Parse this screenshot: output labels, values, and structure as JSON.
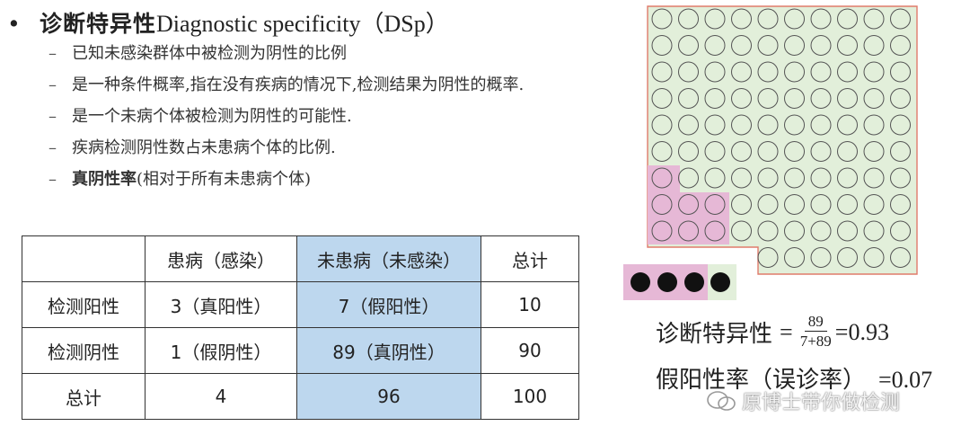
{
  "title": {
    "bullet": "•",
    "cn": "诊断特异性",
    "en": "Diagnostic specificity（DSp）"
  },
  "subs": [
    {
      "text": "已知未感染群体中被检测为阴性的比例"
    },
    {
      "text": "是一种条件概率,指在没有疾病的情况下,检测结果为阴性的概率."
    },
    {
      "text": "是一个未病个体被检测为阴性的可能性."
    },
    {
      "text": "疾病检测阴性数占未患病个体的比例."
    },
    {
      "strong": "真阴性率",
      "rest": "(相对于所有未患病个体)"
    }
  ],
  "table": {
    "header": [
      "",
      "患病（感染）",
      "未患病（未感染）",
      "总计"
    ],
    "rows": [
      [
        "检测阳性",
        "3（真阳性）",
        "7（假阳性）",
        "10"
      ],
      [
        "检测阴性",
        "1（假阴性）",
        "89（真阴性）",
        "90"
      ],
      [
        "总计",
        "4",
        "96",
        "100"
      ]
    ]
  },
  "formula1": {
    "label": "诊断特异性",
    "eq": "=",
    "num": "89",
    "den": "7+89",
    "result": "=0.93"
  },
  "formula2": {
    "label": "假阳性率（误诊率）",
    "result": "=0.07"
  },
  "watermark": {
    "text": "原博士带你做检测"
  },
  "colors": {
    "green": "#e2efda",
    "pink": "#e6b8d6",
    "highlight": "#bdd7ee",
    "red_border": "#e07b6b"
  }
}
